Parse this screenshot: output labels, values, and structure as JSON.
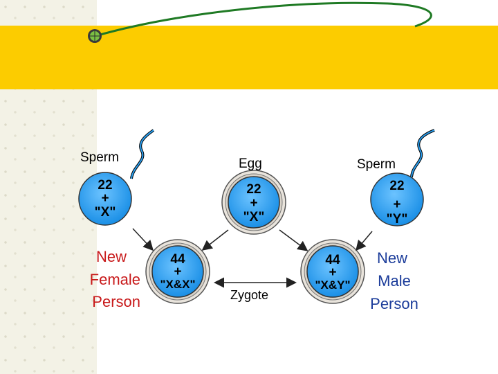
{
  "colors": {
    "banner": "#fccc00",
    "circle_fill": "#2a9ff0",
    "new_person_text": "#1b3c9a",
    "female_text": "#c8191a",
    "swoosh": "#1f7a24"
  },
  "labels": {
    "sperm_left": "Sperm",
    "egg": "Egg",
    "sperm_right": "Sperm",
    "zygote": "Zygote"
  },
  "cells": {
    "sperm_left": {
      "line1": "22",
      "line2": "+",
      "line3": "\"X\""
    },
    "egg": {
      "line1": "22",
      "line2": "+",
      "line3": "\"X\""
    },
    "sperm_right": {
      "line1": "22",
      "line2": "+",
      "line3": "\"Y\""
    },
    "zygote_female": {
      "line1": "44",
      "line2": "+",
      "line3": "\"X&X\""
    },
    "zygote_male": {
      "line1": "44",
      "line2": "+",
      "line3": "\"X&Y\""
    }
  },
  "outcomes": {
    "female": {
      "line1": "New",
      "line2": "Female",
      "line3": "Person"
    },
    "male": {
      "line1": "New",
      "line2": "Male",
      "line3": "Person"
    }
  }
}
